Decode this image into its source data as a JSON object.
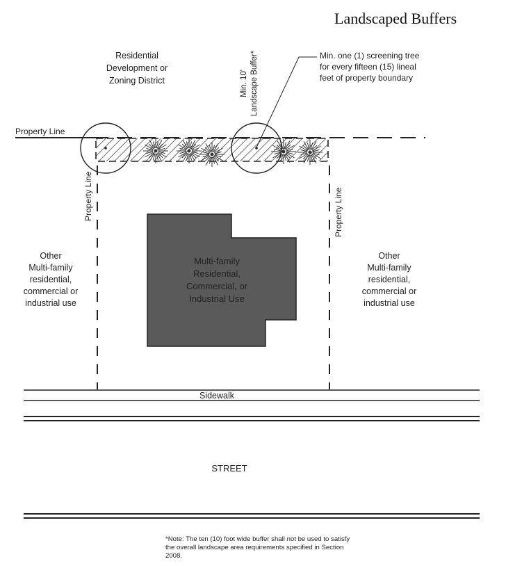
{
  "title": "Landscaped Buffers",
  "labels": {
    "residential_district": [
      "Residential",
      "Development or",
      "Zoning District"
    ],
    "buffer_vertical": [
      "Min. 10'",
      "Landscape Buffer*"
    ],
    "screening_callout": [
      "Min. one (1) screening tree",
      "for every fifteen (15) lineal",
      "feet of property boundary"
    ],
    "property_line_top": "Property Line",
    "property_line_left": "Property Line",
    "property_line_right": "Property Line",
    "building_use": [
      "Multi-family",
      "Residential,",
      "Commercial, or",
      "Industrial Use"
    ],
    "other_use_left": [
      "Other",
      "Multi-family",
      "residential,",
      "commercial or",
      "industrial use"
    ],
    "other_use_right": [
      "Other",
      "Multi-family",
      "residential,",
      "commercial or",
      "industrial use"
    ],
    "sidewalk": "Sidewalk",
    "street": "STREET",
    "note": [
      "*Note:  The ten (10) foot wide buffer shall not be used to satisfy",
      "the overall landscape area requirements specified in Section",
      "2008."
    ]
  },
  "colors": {
    "building_fill": "#5a5a5a",
    "line": "#222222"
  }
}
